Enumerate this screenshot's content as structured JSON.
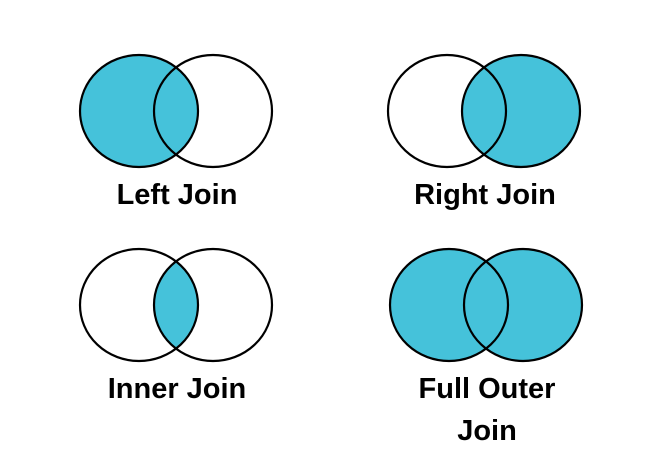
{
  "page": {
    "background_color": "#FFFFFF"
  },
  "colors": {
    "fill": "#45C2DA",
    "stroke": "#000000",
    "label_text": "#000000"
  },
  "diagrams": [
    {
      "id": "left-join",
      "label": "Left Join",
      "left_fill": "#45C2DA",
      "right_fill": "#FFFFFF",
      "intersection_fill": "#45C2DA"
    },
    {
      "id": "right-join",
      "label": "Right Join",
      "left_fill": "#FFFFFF",
      "right_fill": "#45C2DA",
      "intersection_fill": "#45C2DA"
    },
    {
      "id": "inner-join",
      "label": "Inner Join",
      "left_fill": "#FFFFFF",
      "right_fill": "#FFFFFF",
      "intersection_fill": "#45C2DA"
    },
    {
      "id": "full-outer-join",
      "label": "Full Outer Join",
      "left_fill": "#45C2DA",
      "right_fill": "#45C2DA",
      "intersection_fill": "#45C2DA"
    }
  ]
}
